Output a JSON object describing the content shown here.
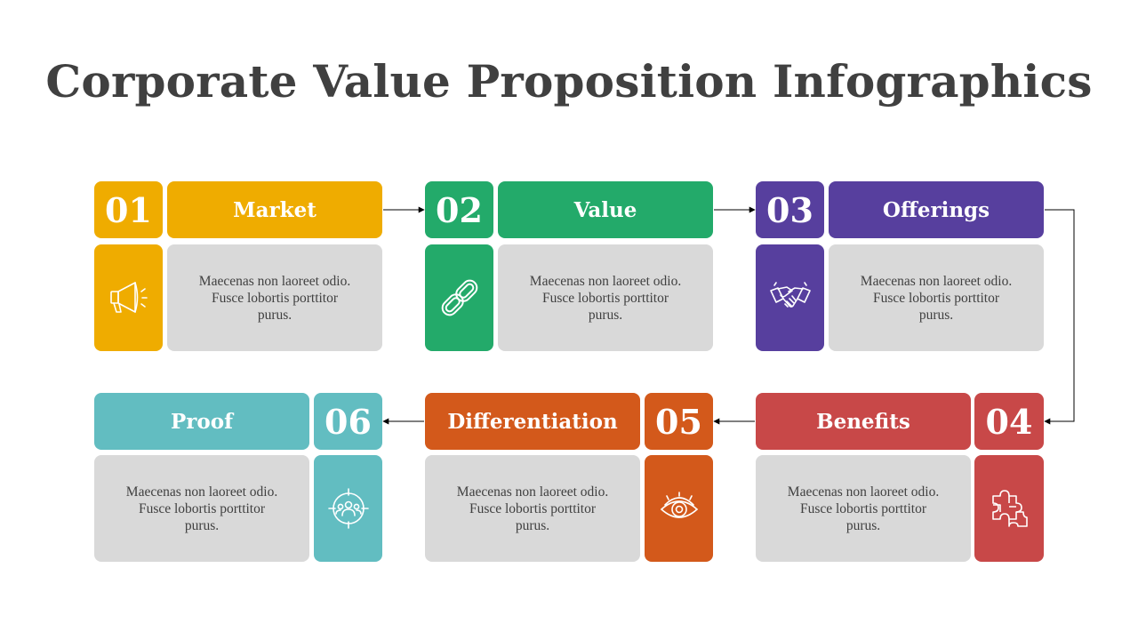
{
  "title": "Corporate Value Proposition Infographics",
  "steps": [
    {
      "number": "01",
      "label": "Market",
      "description": "Maecenas non laoreet odio.\nFusce lobortis porttitor\npurus.",
      "color": "#efac00",
      "icon": "megaphone-icon"
    },
    {
      "number": "02",
      "label": "Value",
      "description": "Maecenas non laoreet odio.\nFusce lobortis porttitor\npurus.",
      "color": "#23aa6a",
      "icon": "chain-link-icon"
    },
    {
      "number": "03",
      "label": "Offerings",
      "description": "Maecenas non laoreet odio.\nFusce lobortis porttitor\npurus.",
      "color": "#573f9e",
      "icon": "handshake-icon"
    },
    {
      "number": "04",
      "label": "Benefits",
      "description": "Maecenas non laoreet odio.\nFusce lobortis porttitor\npurus.",
      "color": "#c84848",
      "icon": "puzzle-icon"
    },
    {
      "number": "05",
      "label": "Differentiation",
      "description": "Maecenas non laoreet odio.\nFusce lobortis porttitor\npurus.",
      "color": "#d3591b",
      "icon": "eye-icon"
    },
    {
      "number": "06",
      "label": "Proof",
      "description": "Maecenas non laoreet odio.\nFusce lobortis porttitor\npurus.",
      "color": "#62bdc1",
      "icon": "target-group-icon"
    }
  ],
  "colors": {
    "description_bg": "#d9d9d9",
    "title": "#404040",
    "arrow": "#000000"
  }
}
